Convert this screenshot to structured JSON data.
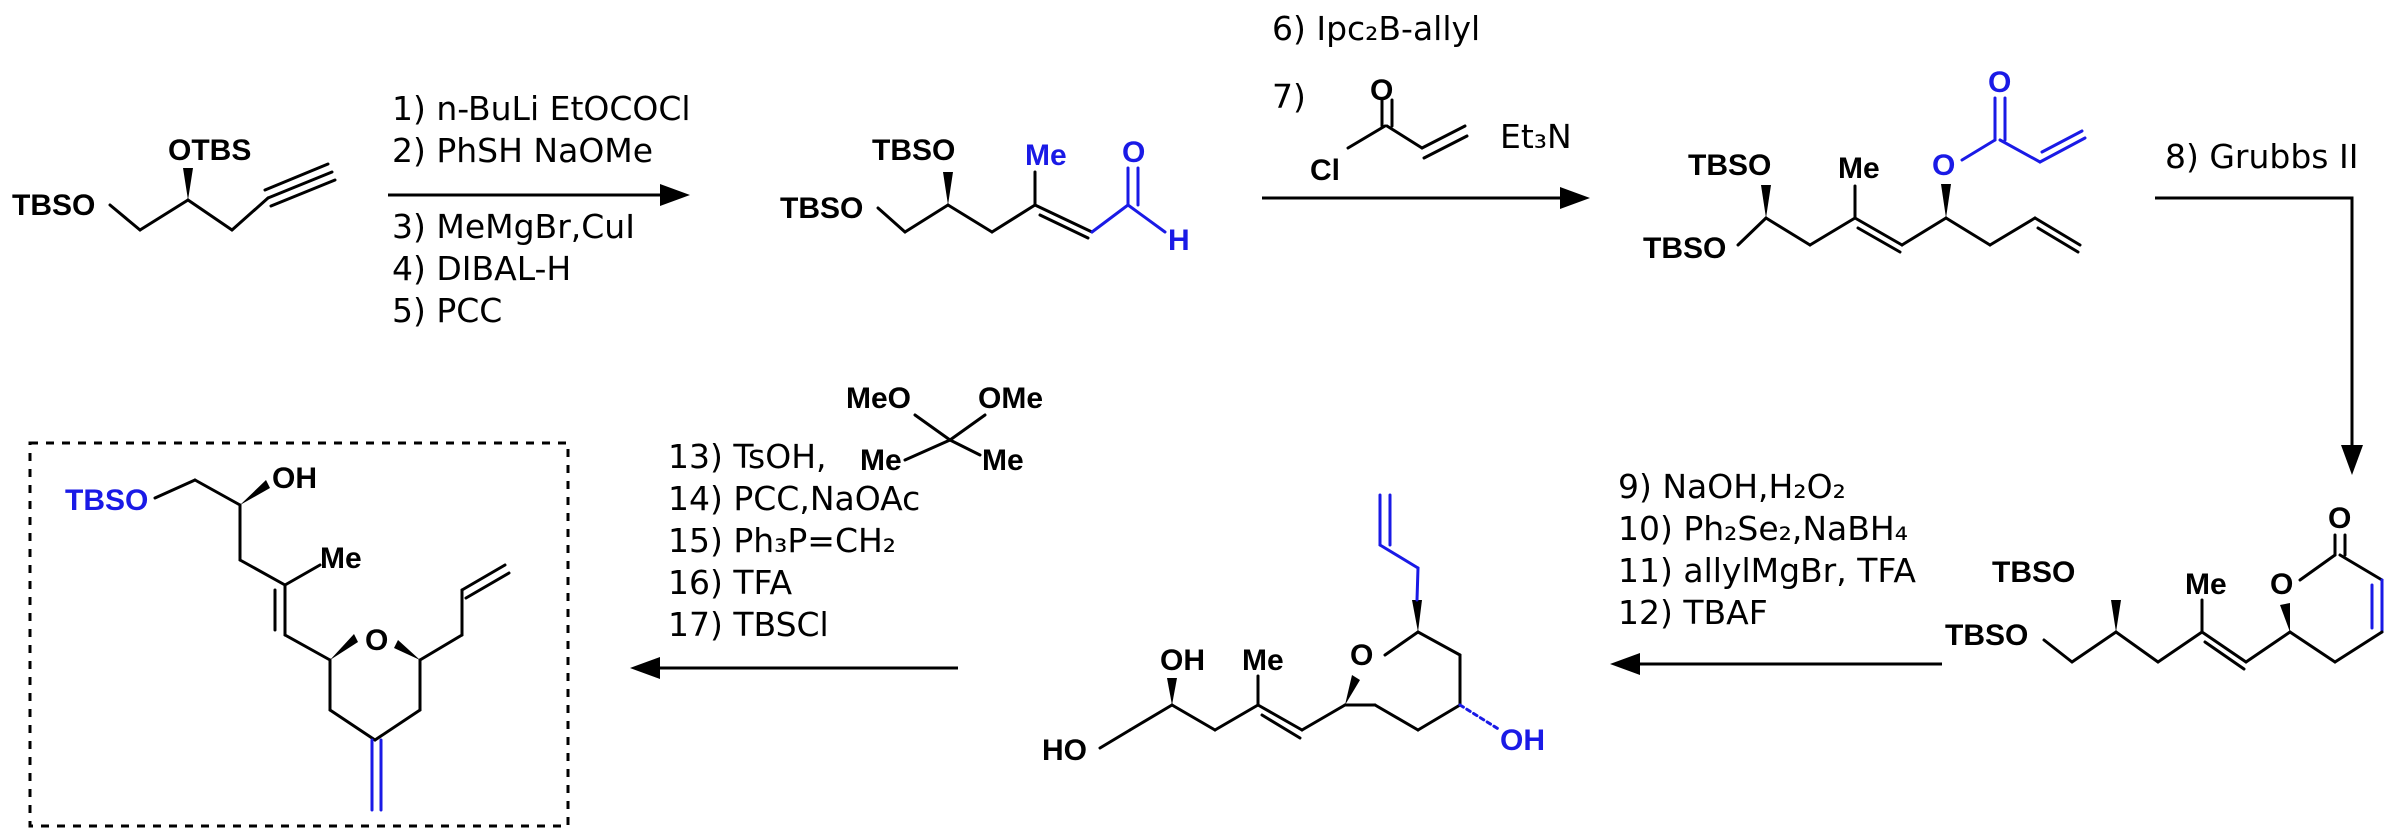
{
  "atoms": {
    "tbso": "TBSO",
    "otbs": "OTBS",
    "me": "Me",
    "o": "O",
    "h": "H",
    "cl": "Cl",
    "oh": "OH",
    "ho": "HO",
    "meo": "MeO",
    "ome": "OMe"
  },
  "step1": {
    "conditions": [
      "1) n-BuLi EtOCOCl",
      "2) PhSH NaOMe",
      "3) MeMgBr,CuI",
      "4) DIBAL-H",
      "5) PCC"
    ]
  },
  "step2": {
    "line6": "6) Ipc₂B-allyl",
    "line7": "7)",
    "et3n": "Et₃N"
  },
  "step3": {
    "label": "8) Grubbs II"
  },
  "step4": {
    "conditions": [
      "9)   NaOH,H₂O₂",
      "10) Ph₂Se₂,NaBH₄",
      "11) allylMgBr, TFA",
      "12) TBAF"
    ]
  },
  "step5": {
    "conditions": [
      "13) TsOH,",
      "14) PCC,NaOAc",
      "15) Ph₃P=CH₂",
      "16) TFA",
      "17) TBSCl"
    ]
  },
  "colors": {
    "highlight": "#1a1ae6",
    "default": "#000000"
  }
}
